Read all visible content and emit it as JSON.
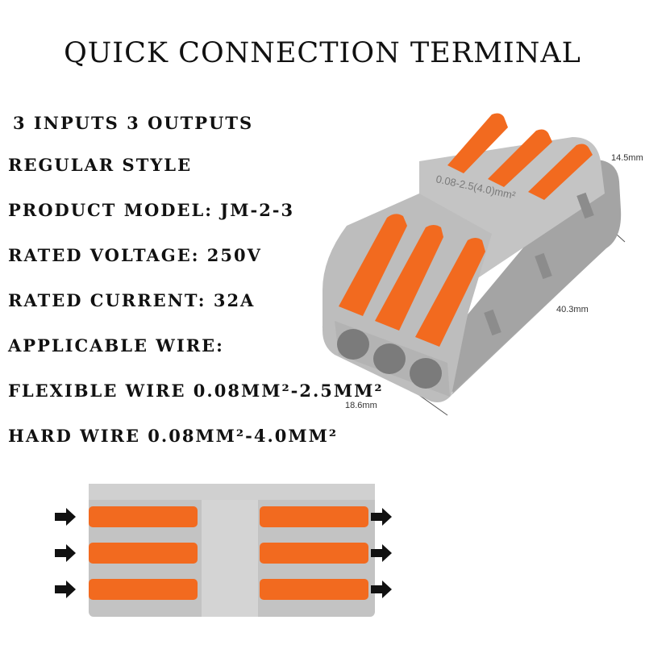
{
  "title": "QUICK CONNECTION TERMINAL",
  "specs": [
    "3 INPUTS 3 OUTPUTS",
    "REGULAR STYLE",
    "PRODUCT MODEL: JM-2-3",
    "RATED VOLTAGE: 250V",
    "RATED CURRENT: 32A",
    "APPLICABLE WIRE:",
    "FLEXIBLE WIRE 0.08MM²-2.5MM²",
    "HARD WIRE 0.08MM²-4.0MM²"
  ],
  "dimensions": {
    "height": "14.5mm",
    "length": "40.3mm",
    "width": "18.6mm"
  },
  "body_label": "0.08-2.5(4.0)mm²",
  "colors": {
    "body": "#b9b9b9",
    "lever": "#f26a1f",
    "text": "#111111"
  }
}
